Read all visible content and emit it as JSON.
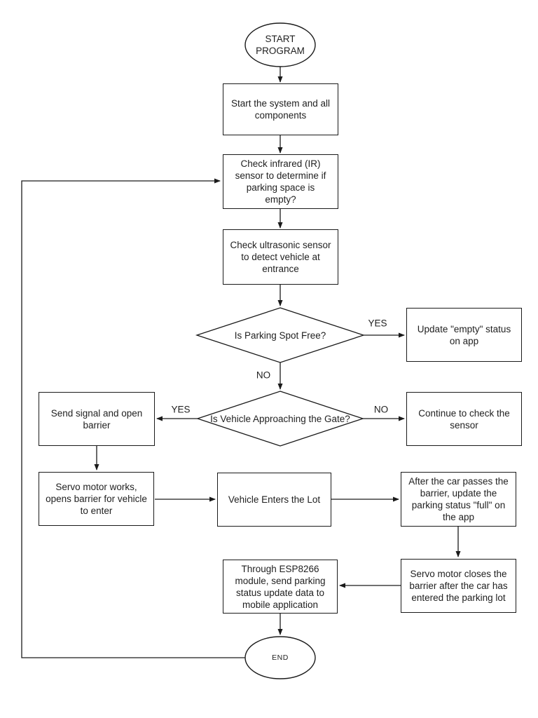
{
  "flowchart": {
    "colors": {
      "stroke": "#1a1a1a",
      "background": "#ffffff",
      "text": "#1f1f1f"
    },
    "nodes": {
      "start": "START PROGRAM",
      "start_system": "Start the system and all components",
      "check_ir": "Check infrared (IR) sensor to determine if parking space is empty?",
      "check_ultrasonic": "Check ultrasonic sensor to detect vehicle at entrance",
      "is_spot_free": "Is Parking Spot Free?",
      "update_empty": "Update \"empty\" status on app",
      "is_vehicle_approaching": "Is Vehicle Approaching the Gate?",
      "continue_check": "Continue to check the sensor",
      "send_signal": "Send signal and open barrier",
      "servo_opens": "Servo motor works, opens barrier for vehicle to enter",
      "vehicle_enters": "Vehicle Enters the Lot",
      "update_full": "After the car passes the barrier, update the parking status \"full\" on the app",
      "servo_closes": "Servo motor closes the barrier after the car has entered the parking lot",
      "esp_send": "Through ESP8266 module, send parking status update data to mobile application",
      "end": "END"
    },
    "edge_labels": {
      "spot_free_yes": "YES",
      "spot_free_no": "NO",
      "approaching_yes": "YES",
      "approaching_no": "NO"
    }
  }
}
